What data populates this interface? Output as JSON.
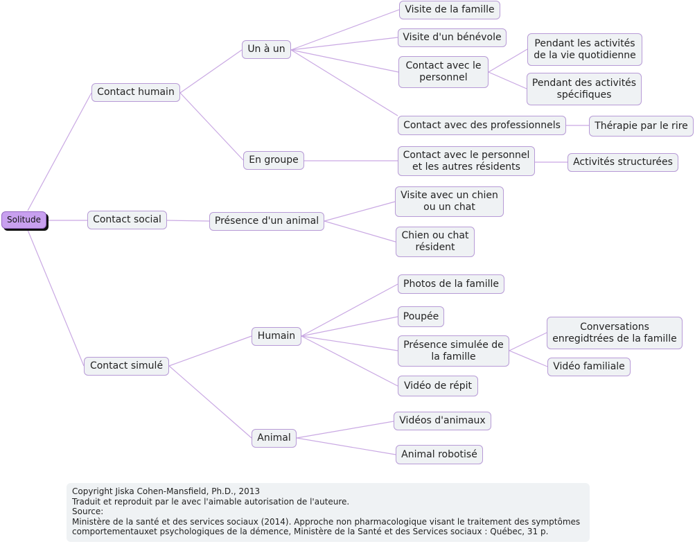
{
  "colors": {
    "link": "#c9a8e3",
    "node_bg": "#eff2f4",
    "node_border": "#b79ad6",
    "root_bg": "#c8a0ef"
  },
  "nodes": {
    "solitude": "Solitude",
    "contact_humain": "Contact humain",
    "contact_social": "Contact social",
    "contact_simule": "Contact simulé",
    "un_a_un": "Un à un",
    "en_groupe": "En groupe",
    "presence_animal": "Présence d'un animal",
    "humain": "Humain",
    "animal": "Animal",
    "visite_famille": "Visite de la famille",
    "visite_benevole": "Visite d'un bénévole",
    "contact_personnel": "Contact avec le\npersonnel",
    "activites_vie": "Pendant les activités\nde la vie quotidienne",
    "activites_specifiques": "Pendant des activités\nspécifiques",
    "contact_professionnels": "Contact avec des professionnels",
    "therapie_rire": "Thérapie par le rire",
    "contact_personnel_residents": "Contact avec le personnel\net les autres résidents",
    "activites_structurees": "Activités structurées",
    "visite_chien_chat": "Visite avec un chien\nou un chat",
    "chien_chat_resident": "Chien ou chat\nrésident",
    "photos_famille": "Photos de la famille",
    "poupee": "Poupée",
    "presence_simulee": "Présence simulée de\nla famille",
    "conversations": "Conversations\nenregidtrées de la famille",
    "video_familiale": "Vidéo familiale",
    "video_repit": "Vidéo de répit",
    "videos_animaux": "Vidéos d'animaux",
    "animal_robotise": "Animal robotisé"
  },
  "note": [
    "Copyright Jiska Cohen-Mansfield, Ph.D., 2013",
    "Traduit et reproduit par le avec l'aimable autorisation de l'auteure.",
    "Source:",
    "Ministère de la santé et des services sociaux (2014). Approche non pharmacologique visant le traitement des symptômes",
    "comportementauxet psychologiques de la démence, Ministère de la Santé et des Services sociaux : Québec, 31 p."
  ]
}
